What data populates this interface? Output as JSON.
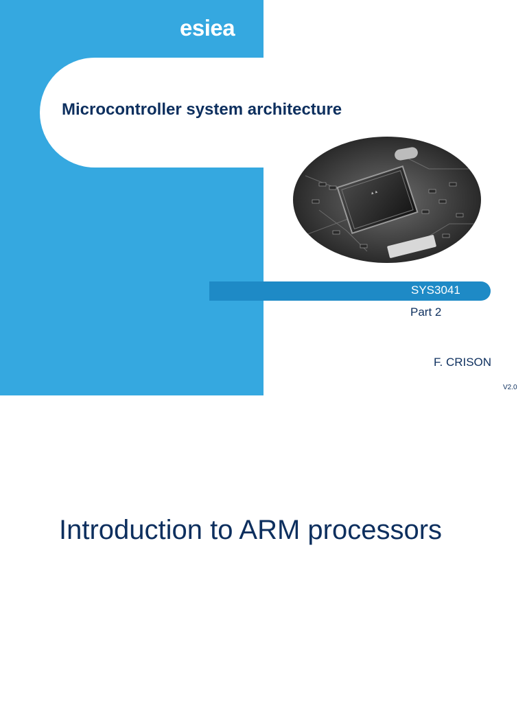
{
  "slide": {
    "logo_text": "esiea",
    "course_title": "Microcontroller system architecture",
    "course_code": "SYS3041",
    "part": "Part 2",
    "author": "F. CRISON",
    "version": "V2.0",
    "image": "circuit-board-photo",
    "colors": {
      "panel_blue": "#35a8e0",
      "bar_blue": "#1e8ac6",
      "navy_text": "#0d2f5e"
    }
  },
  "main": {
    "subject": "Introduction to ARM processors"
  }
}
